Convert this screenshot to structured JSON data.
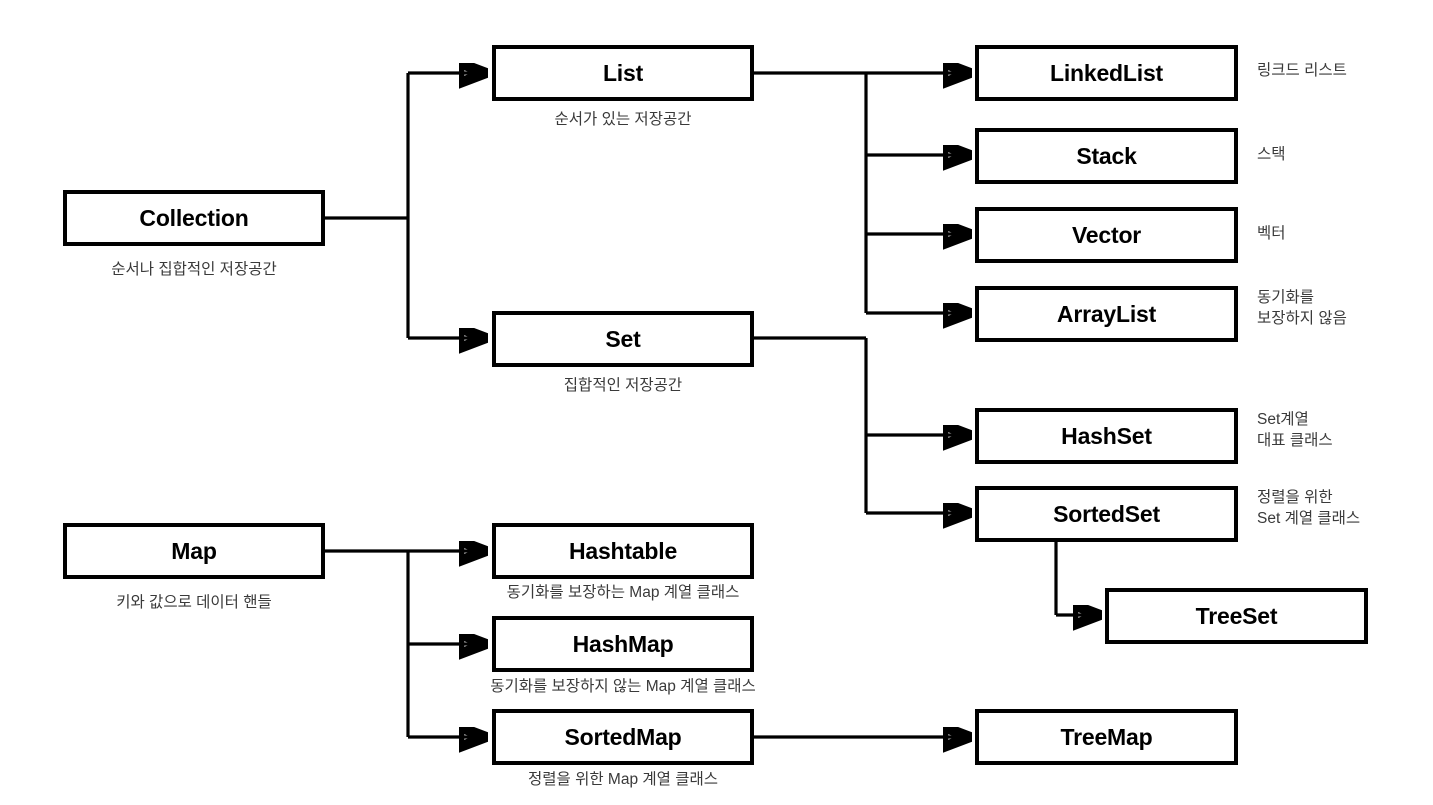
{
  "diagram": {
    "title": "Java Collection Framework hierarchy",
    "line_color": "#000000",
    "box_border_color": "#000000",
    "caption_color": "#3a3a3a"
  },
  "nodes": [
    {
      "id": "collection",
      "label": "Collection",
      "caption": "순서나 집합적인 저장공간",
      "caption_align": "center"
    },
    {
      "id": "list",
      "label": "List",
      "caption": "순서가 있는 저장공간",
      "caption_align": "center"
    },
    {
      "id": "set",
      "label": "Set",
      "caption": "집합적인 저장공간",
      "caption_align": "center"
    },
    {
      "id": "linkedlist",
      "label": "LinkedList",
      "caption": "링크드 리스트",
      "caption_align": "left"
    },
    {
      "id": "stack",
      "label": "Stack",
      "caption": "스택",
      "caption_align": "left"
    },
    {
      "id": "vector",
      "label": "Vector",
      "caption": "벡터",
      "caption_align": "left"
    },
    {
      "id": "arraylist",
      "label": "ArrayList",
      "caption": "동기화를\n보장하지 않음",
      "caption_align": "left"
    },
    {
      "id": "hashset",
      "label": "HashSet",
      "caption": "Set계열\n대표 클래스",
      "caption_align": "left"
    },
    {
      "id": "sortedset",
      "label": "SortedSet",
      "caption": "정렬을 위한\nSet 계열 클래스",
      "caption_align": "left"
    },
    {
      "id": "treeset",
      "label": "TreeSet",
      "caption": "",
      "caption_align": "left"
    },
    {
      "id": "map",
      "label": "Map",
      "caption": "키와 값으로 데이터 핸들",
      "caption_align": "center"
    },
    {
      "id": "hashtable",
      "label": "Hashtable",
      "caption": "동기화를 보장하는 Map 계열 클래스",
      "caption_align": "center"
    },
    {
      "id": "hashmap",
      "label": "HashMap",
      "caption": "동기화를 보장하지 않는 Map 계열 클래스",
      "caption_align": "center"
    },
    {
      "id": "sortedmap",
      "label": "SortedMap",
      "caption": "정렬을 위한 Map 계열 클래스",
      "caption_align": "center"
    },
    {
      "id": "treemap",
      "label": "TreeMap",
      "caption": "",
      "caption_align": "left"
    }
  ],
  "edges": [
    {
      "from": "collection",
      "to": "list"
    },
    {
      "from": "collection",
      "to": "set"
    },
    {
      "from": "list",
      "to": "linkedlist"
    },
    {
      "from": "list",
      "to": "stack"
    },
    {
      "from": "list",
      "to": "vector"
    },
    {
      "from": "list",
      "to": "arraylist"
    },
    {
      "from": "set",
      "to": "hashset"
    },
    {
      "from": "set",
      "to": "sortedset"
    },
    {
      "from": "sortedset",
      "to": "treeset"
    },
    {
      "from": "map",
      "to": "hashtable"
    },
    {
      "from": "map",
      "to": "hashmap"
    },
    {
      "from": "map",
      "to": "sortedmap"
    },
    {
      "from": "sortedmap",
      "to": "treemap"
    }
  ]
}
